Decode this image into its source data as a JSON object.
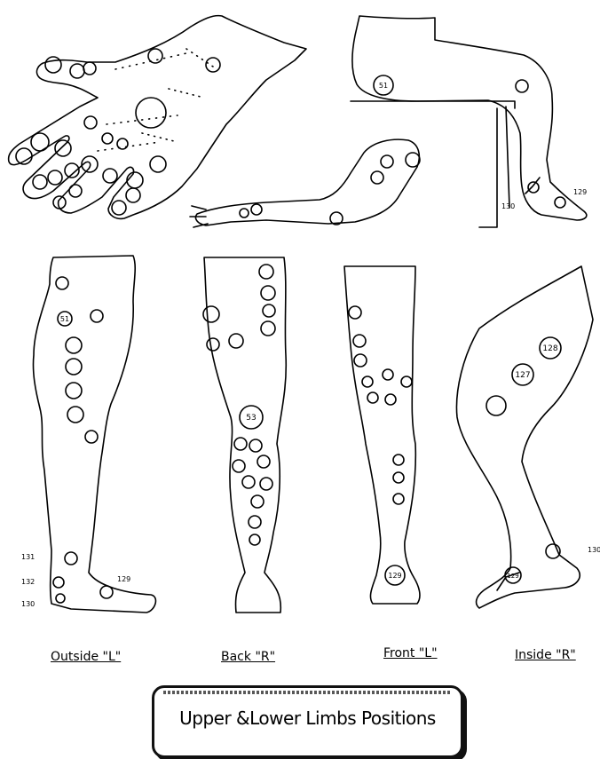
{
  "labels": {
    "outside": "Outside \"L\"",
    "back": "Back \"R\"",
    "front": "Front \"L\"",
    "inside": "Inside \"R\""
  },
  "title": "Upper &Lower Limbs Positions",
  "point_numbers": {
    "seated_51": "51",
    "seated_129": "129",
    "seated_130": "130",
    "outside_51": "51",
    "outside_131": "131",
    "outside_132": "132",
    "outside_130": "130",
    "outside_129": "129",
    "back_53": "53",
    "front_129": "129",
    "inside_128": "128",
    "inside_127": "127",
    "inside_129": "129",
    "inside_130": "130"
  }
}
